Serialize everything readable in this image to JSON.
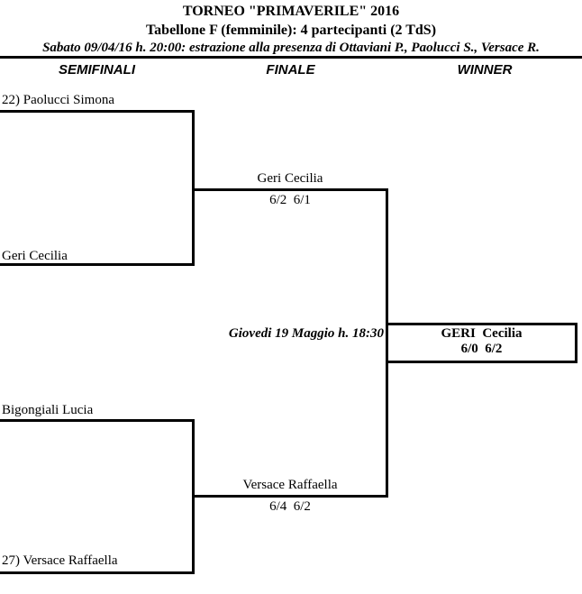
{
  "header": {
    "title": "TORNEO \"PRIMAVERILE\" 2016",
    "subtitle": "Tabellone F (femminile): 4 partecipanti (2 TdS)",
    "draw_note": "Sabato 09/04/16 h. 20:00: estrazione alla presenza di Ottaviani P., Paolucci S., Versace R."
  },
  "columns": {
    "semifinals": "SEMIFINALI",
    "final": "FINALE",
    "winner": "WINNER"
  },
  "bracket": {
    "players": [
      "22) Paolucci Simona",
      "Geri Cecilia",
      "Bigongiali Lucia",
      "27) Versace Raffaella"
    ],
    "final_top": {
      "name": "Geri Cecilia",
      "score": "6/2  6/1"
    },
    "final_bottom": {
      "name": "Versace Raffaella",
      "score": "6/4  6/2"
    },
    "final_schedule": "Giovedi 19 Maggio h. 18:30",
    "winner": {
      "name": "GERI  Cecilia",
      "score": "6/0  6/2"
    }
  },
  "colors": {
    "background": "#ffffff",
    "text": "#000000",
    "line": "#000000"
  }
}
